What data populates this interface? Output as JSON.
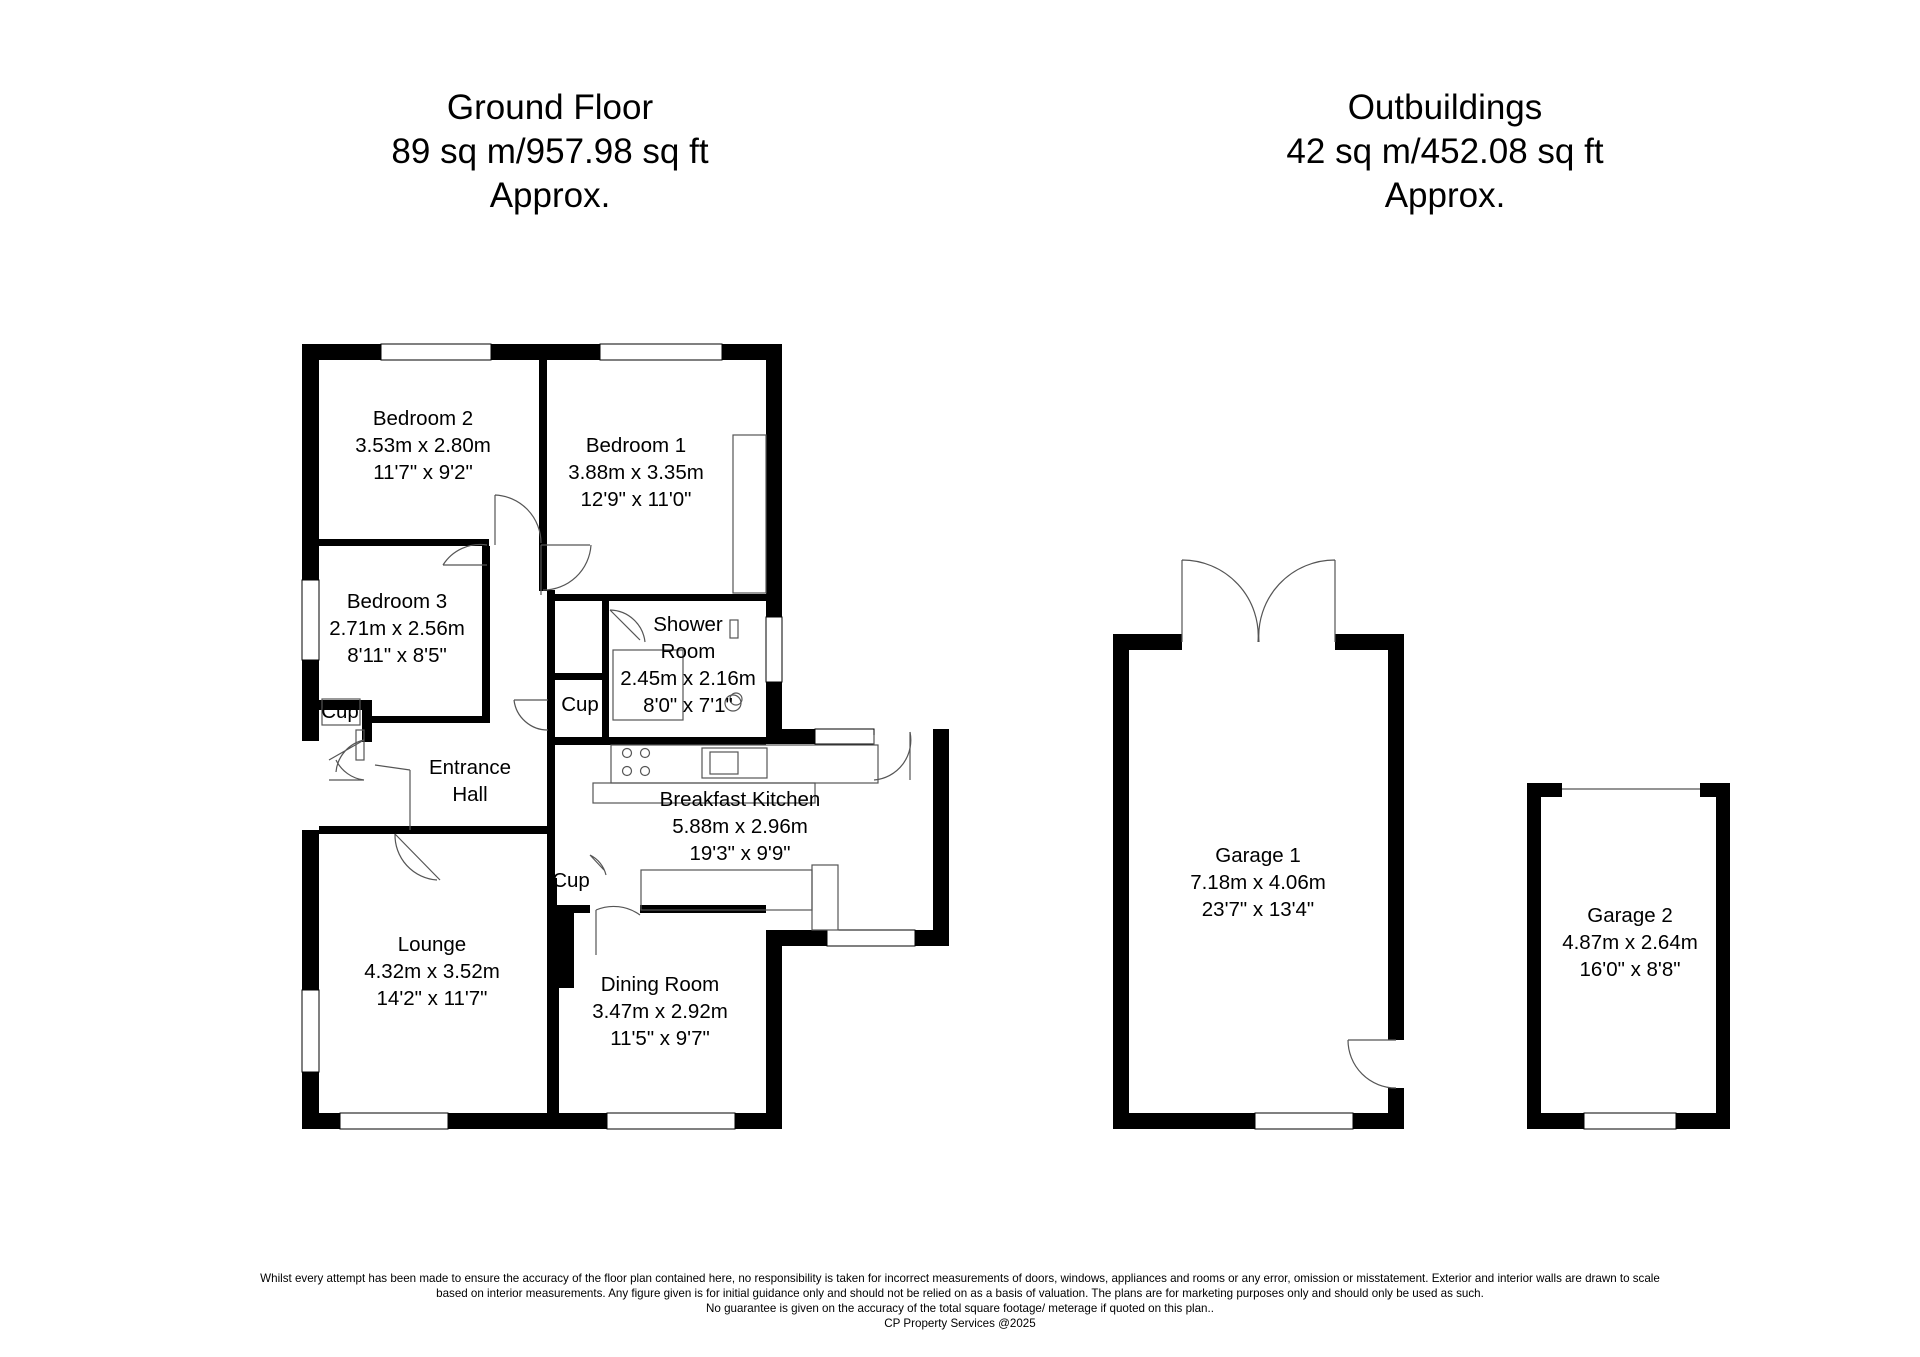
{
  "headings": {
    "ground": {
      "title": "Ground Floor",
      "area": "89 sq m/957.98 sq ft",
      "approx": "Approx."
    },
    "outbuildings": {
      "title": "Outbuildings",
      "area": "42 sq m/452.08 sq ft",
      "approx": "Approx."
    }
  },
  "rooms": {
    "bedroom2": {
      "name": "Bedroom 2",
      "metric": "3.53m x 2.80m",
      "imperial": "11'7\" x 9'2\""
    },
    "bedroom1": {
      "name": "Bedroom 1",
      "metric": "3.88m x 3.35m",
      "imperial": "12'9\" x 11'0\""
    },
    "bedroom3": {
      "name": "Bedroom 3",
      "metric": "2.71m x 2.56m",
      "imperial": "8'11\" x 8'5\""
    },
    "shower": {
      "name1": "Shower",
      "name2": "Room",
      "metric": "2.45m x 2.16m",
      "imperial": "8'0\" x 7'1\""
    },
    "cup_a": "Cup",
    "cup_b": "Cup",
    "cup_c": "Cup",
    "entrance": {
      "name1": "Entrance",
      "name2": "Hall"
    },
    "kitchen": {
      "name": "Breakfast Kitchen",
      "metric": "5.88m x 2.96m",
      "imperial": "19'3\" x 9'9\""
    },
    "lounge": {
      "name": "Lounge",
      "metric": "4.32m x 3.52m",
      "imperial": "14'2\" x 11'7\""
    },
    "dining": {
      "name": "Dining Room",
      "metric": "3.47m x 2.92m",
      "imperial": "11'5\" x 9'7\""
    },
    "garage1": {
      "name": "Garage 1",
      "metric": "7.18m x 4.06m",
      "imperial": "23'7\" x 13'4\""
    },
    "garage2": {
      "name": "Garage 2",
      "metric": "4.87m x 2.64m",
      "imperial": "16'0\" x 8'8\""
    }
  },
  "disclaimer": {
    "line1": "Whilst every attempt has been made to ensure the accuracy of the floor plan contained here, no responsibility is taken for incorrect measurements of doors, windows, appliances and rooms or any error, omission or misstatement. Exterior and interior walls are drawn to scale",
    "line2": "based on interior measurements. Any figure given is for initial guidance only and should not be relied on as a basis of valuation. The plans are for marketing purposes only and should only be used as such.",
    "line3": "No guarantee is given on the accuracy of the total square footage/ meterage if quoted on this plan..",
    "line4": "CP Property Services @2025"
  },
  "colors": {
    "wall": "#000000",
    "thin": "#555555",
    "background": "#ffffff"
  }
}
